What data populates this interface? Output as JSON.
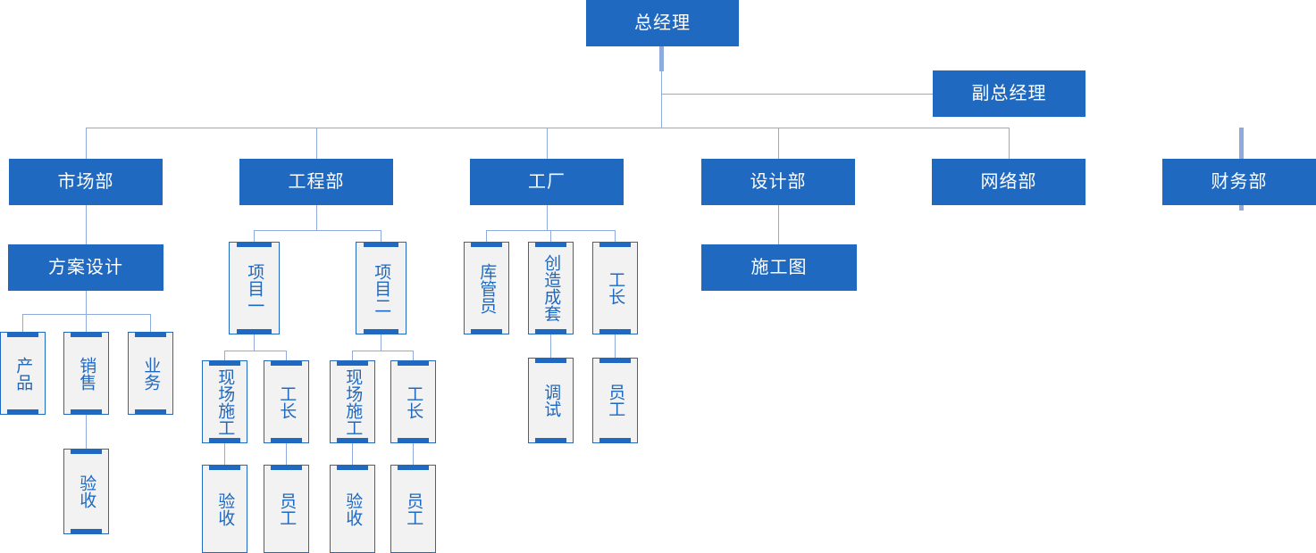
{
  "colors": {
    "box_fill": "#2069C0",
    "box_text": "#FFFFFF",
    "light_fill": "#F2F2F2",
    "light_border": "#2069C0",
    "light_text": "#2069C0",
    "connector": "#8FAADC",
    "background": "#FFFFFF"
  },
  "chart_title": "",
  "org": {
    "root": {
      "label": "总经理"
    },
    "deputy": {
      "label": "副总经理"
    },
    "departments": [
      {
        "label": "市场部"
      },
      {
        "label": "工程部"
      },
      {
        "label": "工厂"
      },
      {
        "label": "设计部"
      },
      {
        "label": "网络部"
      },
      {
        "label": "财务部"
      }
    ],
    "marketing": {
      "design": {
        "label": "方案设计"
      },
      "children": [
        {
          "label": "产品"
        },
        {
          "label": "销售"
        },
        {
          "label": "业务"
        }
      ],
      "sales_child": {
        "label": "验收"
      }
    },
    "engineering": {
      "projects": [
        {
          "label": "项目一"
        },
        {
          "label": "项目二"
        }
      ],
      "project_children": [
        {
          "label": "现场施工"
        },
        {
          "label": "工长"
        }
      ],
      "leaf_children": [
        {
          "label": "验收"
        },
        {
          "label": "员工"
        }
      ]
    },
    "factory": {
      "children": [
        {
          "label": "库管员"
        },
        {
          "label": "创造成套"
        },
        {
          "label": "工长"
        }
      ],
      "grandchildren": [
        {
          "label": "调试"
        },
        {
          "label": "员工"
        }
      ]
    },
    "design_dept": {
      "child": {
        "label": "施工图"
      }
    }
  }
}
